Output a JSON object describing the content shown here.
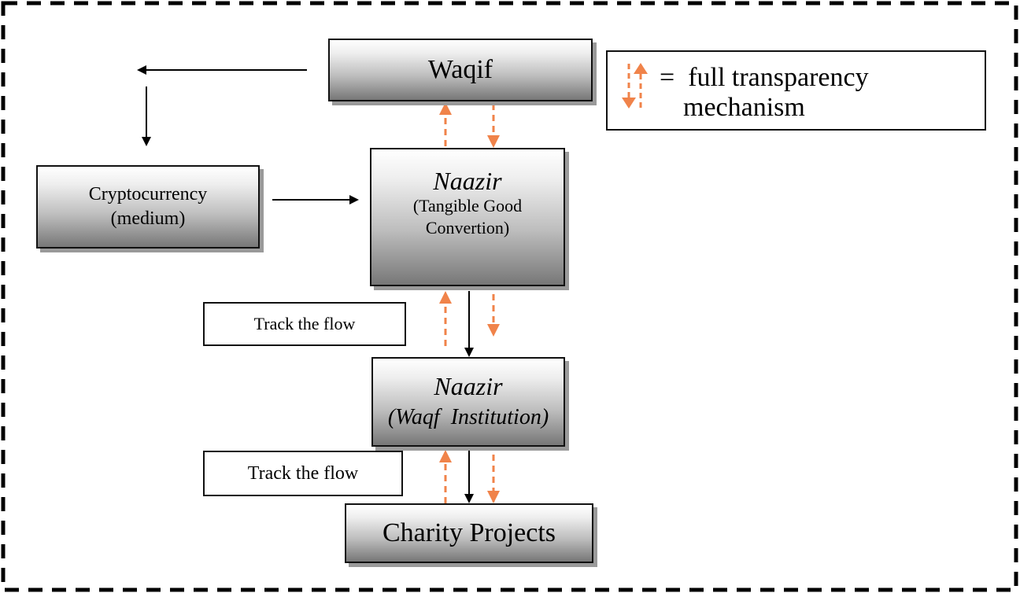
{
  "waqif": {
    "label": "Waqif"
  },
  "crypto": {
    "line1": "Cryptocurrency",
    "line2": "(medium)"
  },
  "naazir_tangible": {
    "title": "Naazir",
    "line1": "(Tangible Good",
    "line2": "Convertion)"
  },
  "naazir_institution": {
    "title": "Naazir",
    "subtitle": "(Waqf  Institution)"
  },
  "charity": {
    "label": "Charity Projects"
  },
  "track_labels": [
    "Track the flow",
    "Track the flow"
  ],
  "legend": {
    "symbol": "=",
    "line1": "full transparency",
    "line2": "mechanism"
  },
  "colors": {
    "transparency_arrow": "#f0834a",
    "flow_arrow": "#000000",
    "border": "#111111"
  }
}
